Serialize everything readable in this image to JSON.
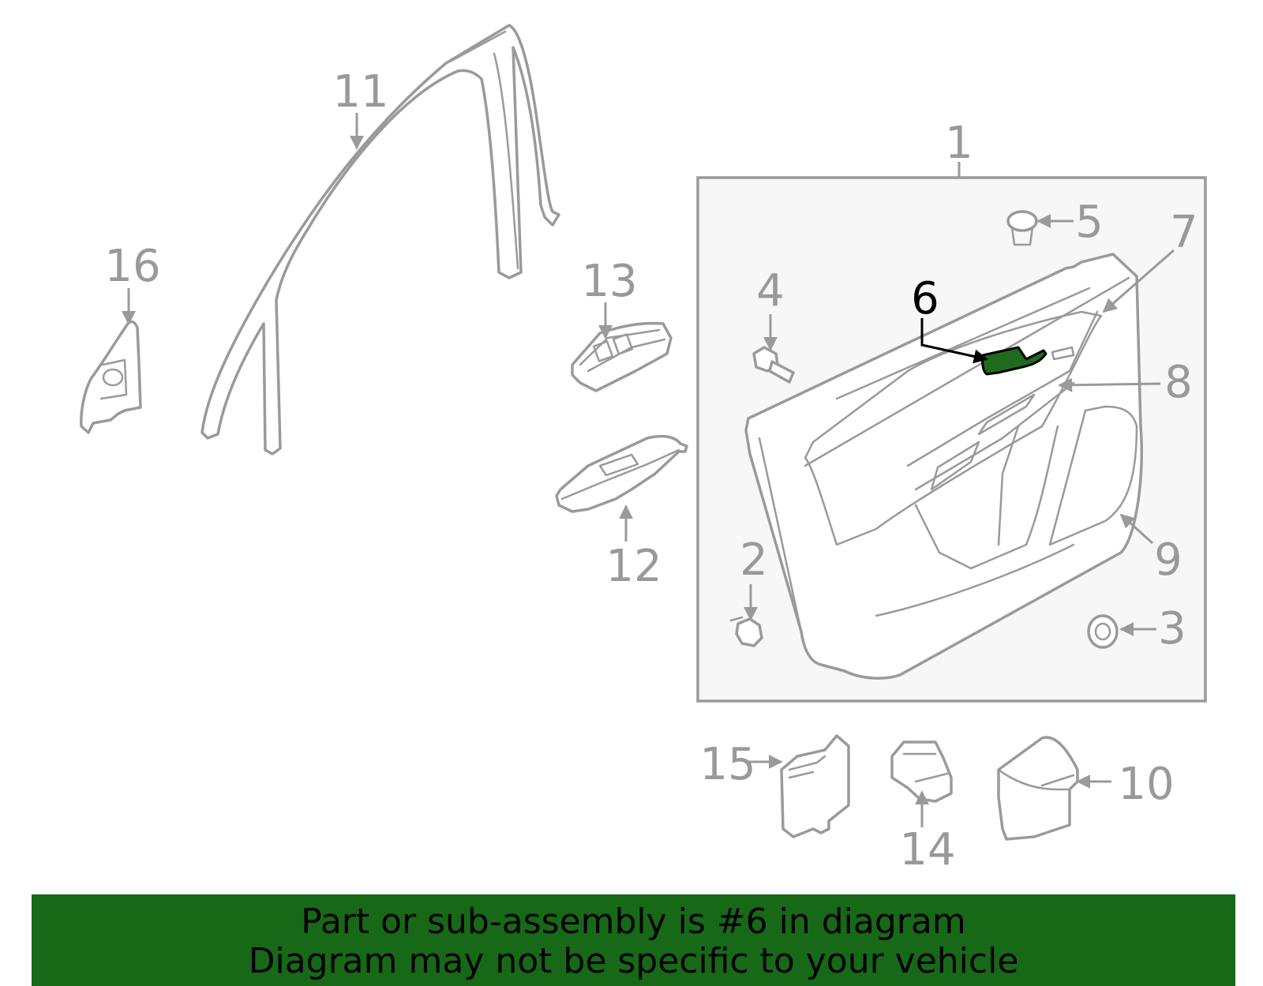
{
  "colors": {
    "line": "#9a9a9a",
    "highlight_part": "#1e6b1e",
    "banner": "#176817",
    "box_fill": "#f7f7f7"
  },
  "callouts": {
    "c1": "1",
    "c2": "2",
    "c3": "3",
    "c4": "4",
    "c5": "5",
    "c6": "6",
    "c7": "7",
    "c8": "8",
    "c9": "9",
    "c10": "10",
    "c11": "11",
    "c12": "12",
    "c13": "13",
    "c14": "14",
    "c15": "15",
    "c16": "16"
  },
  "highlighted_part": "6",
  "banner": {
    "line1": "Part or sub-assembly is #6 in diagram",
    "line2": "Diagram may not be specific to your vehicle"
  }
}
